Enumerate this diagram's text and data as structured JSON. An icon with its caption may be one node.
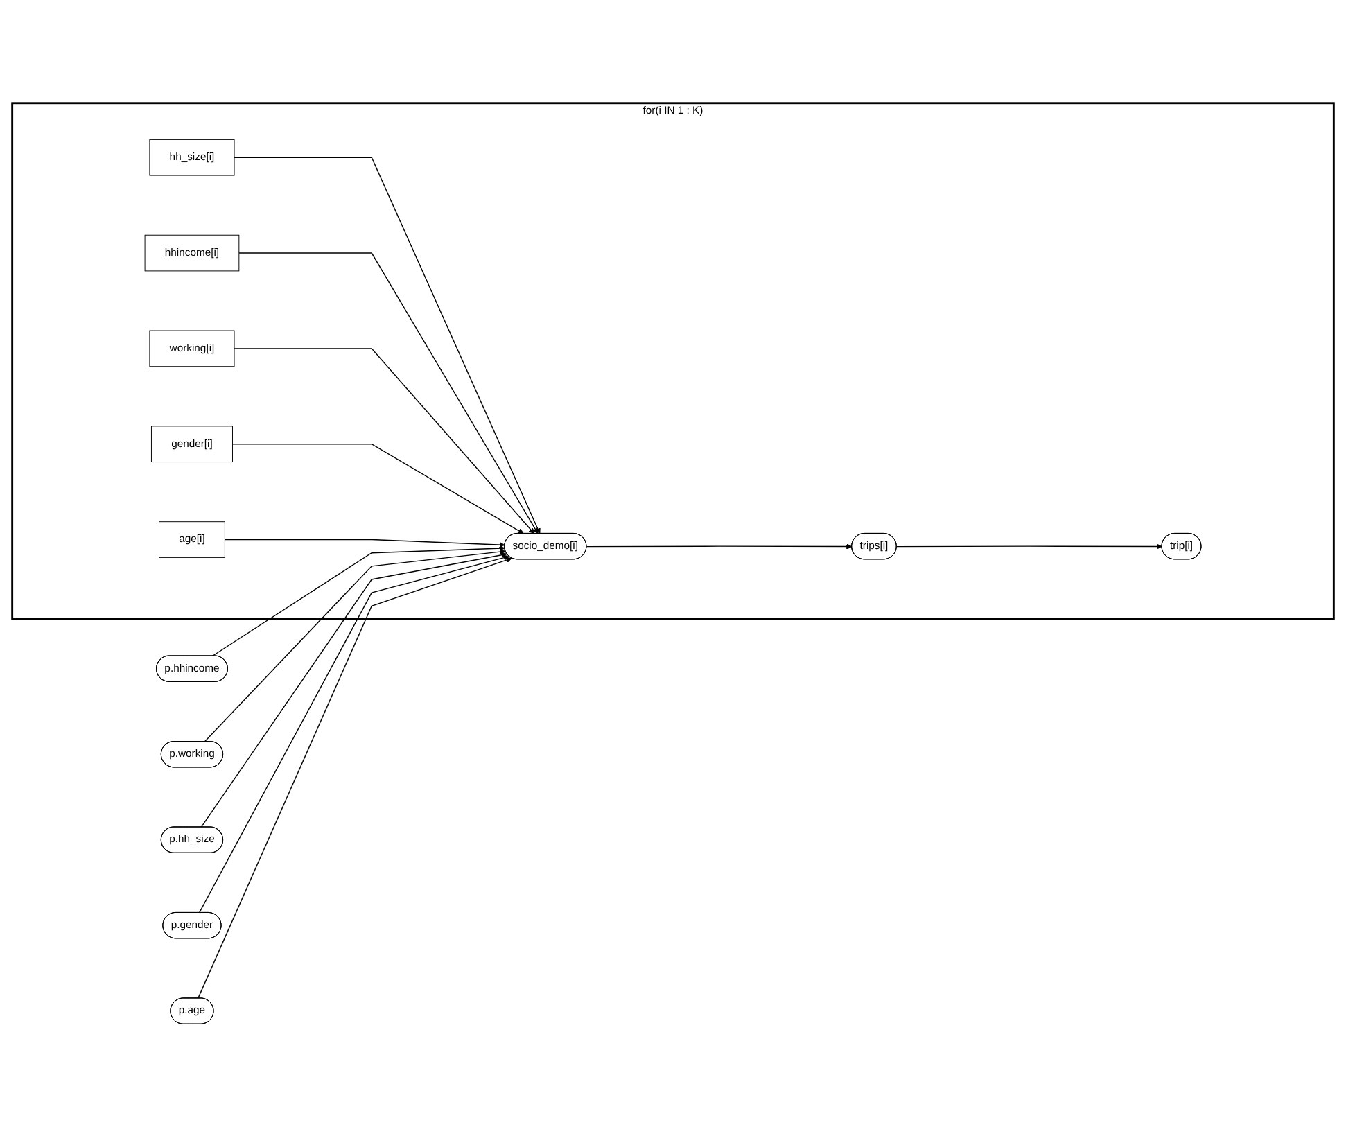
{
  "diagram": {
    "nodes": [
      {
        "text": [
          "p.hhincome"
        ]
      },
      {
        "text": [
          "p.working"
        ]
      },
      {
        "text": [
          "for(i IN 1 : K)"
        ]
      },
      {
        "text": [
          "hh_size[i]"
        ],
        "in": 2
      },
      {
        "text": [
          "hhincome[i]"
        ],
        "in": 2
      },
      {
        "text": [
          "working[i]"
        ],
        "in": 2
      },
      {
        "text": [
          "p.hh_size"
        ]
      },
      {
        "text": [
          "socio_demo[i]"
        ],
        "in": 2
      },
      {
        "text": [
          "gender[i]"
        ],
        "in": 2
      },
      {
        "text": [
          "trip[i]"
        ],
        "in": 2
      },
      {
        "text": [
          "p.gender"
        ]
      },
      {
        "text": [
          "age[i]"
        ],
        "in": 2
      },
      {
        "text": [
          "trips[i]"
        ],
        "in": 2
      },
      {
        "text": [
          "p.age"
        ]
      }
    ],
    "edges": [
      {
        "from": 0,
        "to": 7,
        "arrow": "to"
      },
      {
        "from": 1,
        "to": 7,
        "arrow": "to"
      },
      {
        "from": 3,
        "to": 7,
        "arrow": "to"
      },
      {
        "from": 4,
        "to": 7,
        "arrow": "to"
      },
      {
        "from": 5,
        "to": 7,
        "arrow": "to"
      },
      {
        "from": 6,
        "to": 7,
        "arrow": "to"
      },
      {
        "from": 8,
        "to": 7,
        "arrow": "to"
      },
      {
        "from": 10,
        "to": 7,
        "arrow": "to"
      },
      {
        "from": 11,
        "to": 7,
        "arrow": "to"
      },
      {
        "from": 13,
        "to": 7,
        "arrow": "to"
      },
      {
        "from": 7,
        "to": 12,
        "arrow": "to"
      },
      {
        "from": 12,
        "to": 9,
        "arrow": "to"
      }
    ]
  }
}
